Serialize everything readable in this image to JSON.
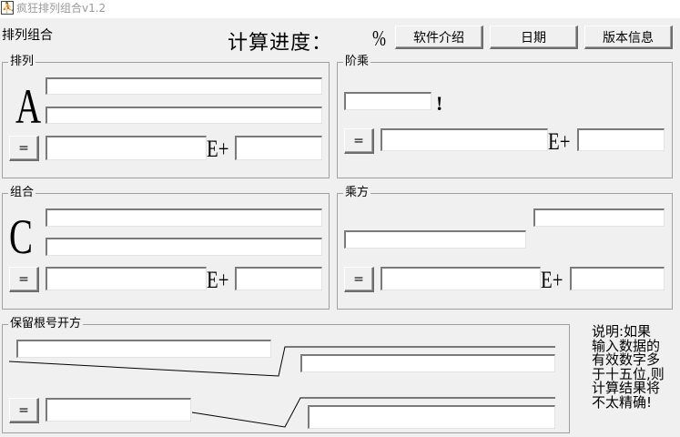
{
  "window": {
    "title": "疯狂排列组合v1.2",
    "app_icon": "running-man-icon"
  },
  "header": {
    "app_label": "排列组合",
    "progress_label": "计算进度：",
    "progress_value": "",
    "percent_sign": "%",
    "buttons": {
      "intro": "软件介绍",
      "date": "日期",
      "version": "版本信息"
    }
  },
  "permutation": {
    "title": "排列",
    "symbol": "A",
    "input_top": "",
    "input_bottom": "",
    "equals_label": "=",
    "result_mantissa": "",
    "e_plus": "E+",
    "result_exponent": ""
  },
  "factorial": {
    "title": "阶乘",
    "input_n": "",
    "bang": "!",
    "equals_label": "=",
    "result_mantissa": "",
    "e_plus": "E+",
    "result_exponent": ""
  },
  "combination": {
    "title": "组合",
    "symbol": "C",
    "input_top": "",
    "input_bottom": "",
    "equals_label": "=",
    "result_mantissa": "",
    "e_plus": "E+",
    "result_exponent": ""
  },
  "power": {
    "title": "乘方",
    "exponent_input": "",
    "base_input": "",
    "equals_label": "=",
    "result_mantissa": "",
    "e_plus": "E+",
    "result_exponent": ""
  },
  "root": {
    "title": "保留根号开方",
    "index_input": "",
    "radicand_input": "",
    "equals_label": "=",
    "coefficient_output": "",
    "radical_output": ""
  },
  "note": "说明:如果输入数据的有效数字多于十五位,则计算结果将不太精确!"
}
